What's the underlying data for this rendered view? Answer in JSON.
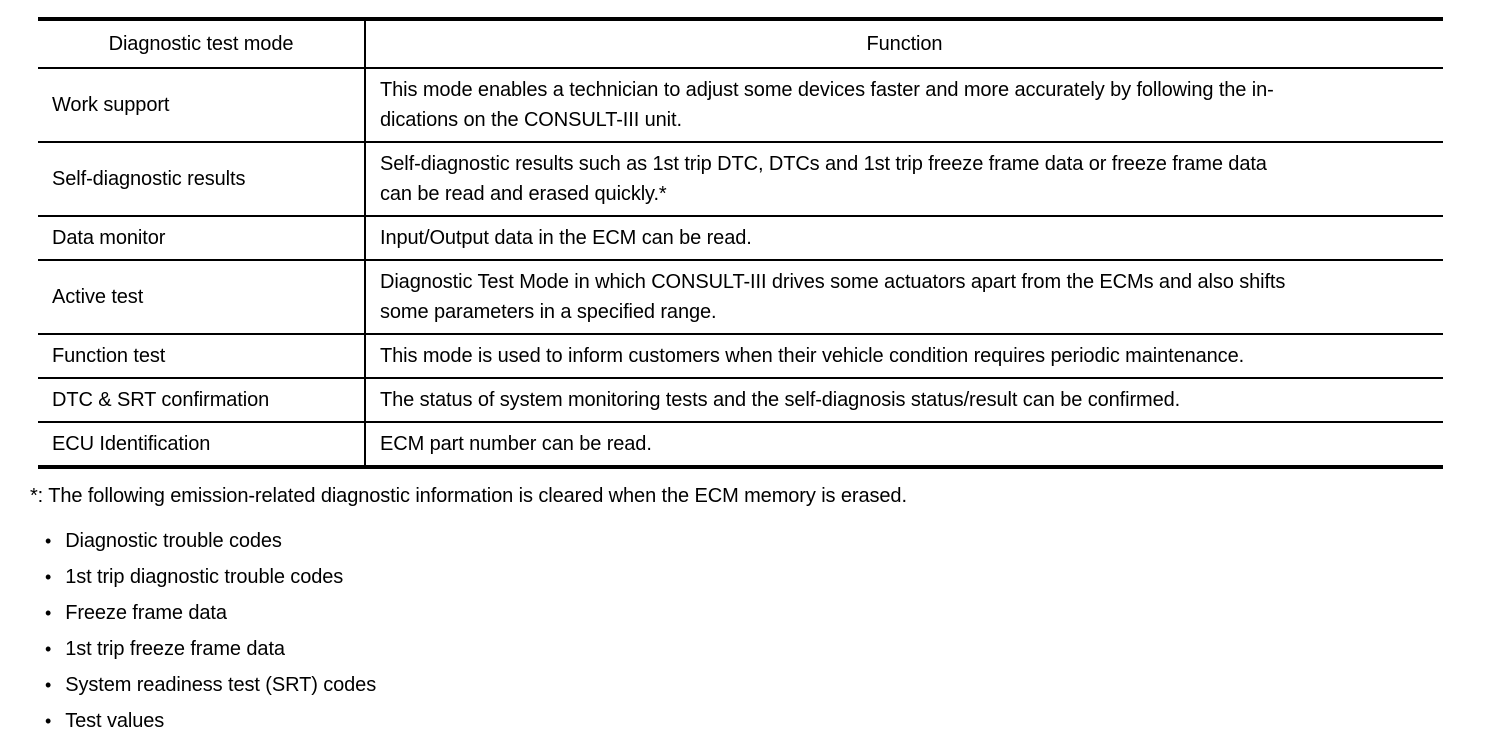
{
  "page": {
    "background_color": "#ffffff",
    "text_color": "#000000"
  },
  "table": {
    "headers": {
      "mode": "Diagnostic test mode",
      "function": "Function"
    },
    "rows": [
      {
        "mode": "Work support",
        "function": "This mode enables a technician to adjust some devices faster and more accurately by following the in-\ndications on the CONSULT-III unit."
      },
      {
        "mode": "Self-diagnostic results",
        "function": "Self-diagnostic results such as 1st trip DTC, DTCs and 1st trip freeze frame data or freeze frame data\ncan be read and erased quickly.*"
      },
      {
        "mode": "Data monitor",
        "function": "Input/Output data in the ECM can be read."
      },
      {
        "mode": "Active test",
        "function": "Diagnostic Test Mode in which CONSULT-III drives some actuators apart from the ECMs and also shifts\nsome parameters in a specified range."
      },
      {
        "mode": "Function test",
        "function": "This mode is used to inform customers when their vehicle condition requires periodic maintenance."
      },
      {
        "mode": "DTC & SRT confirmation",
        "function": "The status of system monitoring tests and the self-diagnosis status/result can be confirmed."
      },
      {
        "mode": "ECU Identification",
        "function": "ECM part number can be read."
      }
    ]
  },
  "footnote": "*: The following emission-related diagnostic information is cleared when the ECM memory is erased.",
  "bullet_glyph": "•",
  "bullets": [
    "Diagnostic trouble codes",
    "1st trip diagnostic trouble codes",
    "Freeze frame data",
    "1st trip freeze frame data",
    "System readiness test (SRT) codes",
    "Test values"
  ]
}
